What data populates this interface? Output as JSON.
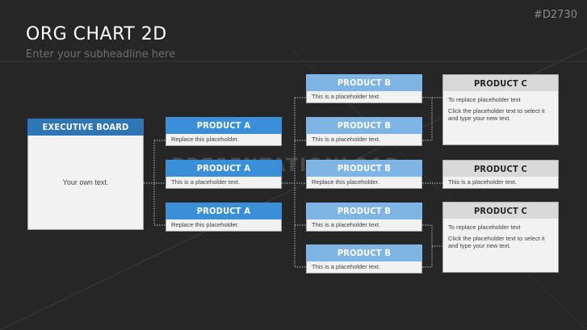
{
  "slide": {
    "title": "ORG CHART 2D",
    "subtitle": "Enter your subheadline here",
    "code": "#D2730",
    "watermark": "PRESENTATIONLOAD"
  },
  "executive": {
    "label": "EXECUTIVE BOARD",
    "text": "Your own text."
  },
  "product_a": [
    {
      "label": "PRODUCT A",
      "text": "Replace this placeholder."
    },
    {
      "label": "PRODUCT A",
      "text": "This is a placeholder text."
    },
    {
      "label": "PRODUCT A",
      "text": "Replace this placeholder."
    }
  ],
  "product_b": [
    {
      "label": "PRODUCT B",
      "text": "This is a placeholder text."
    },
    {
      "label": "PRODUCT B",
      "text": "This is a placeholder text."
    },
    {
      "label": "PRODUCT B",
      "text": "Replace this placeholder."
    },
    {
      "label": "PRODUCT B",
      "text": "This is a placeholder text."
    },
    {
      "label": "PRODUCT B",
      "text": "This is a placeholder text."
    }
  ],
  "product_c": [
    {
      "label": "PRODUCT C",
      "line1": "To replace placeholder text",
      "line2": "Click the placeholder text to select it and type your new text."
    },
    {
      "label": "PRODUCT C",
      "text": "This is a placeholder text."
    },
    {
      "label": "PRODUCT C",
      "line1": "To replace placeholder text",
      "line2": "Click the placeholder text to select it and type your new text."
    }
  ],
  "colors": {
    "background": "#262626",
    "executive_header": "#2e75b6",
    "product_a_header": "#3a8fd8",
    "product_b_header": "#7fb5e4",
    "product_c_header": "#d9d9d9"
  }
}
